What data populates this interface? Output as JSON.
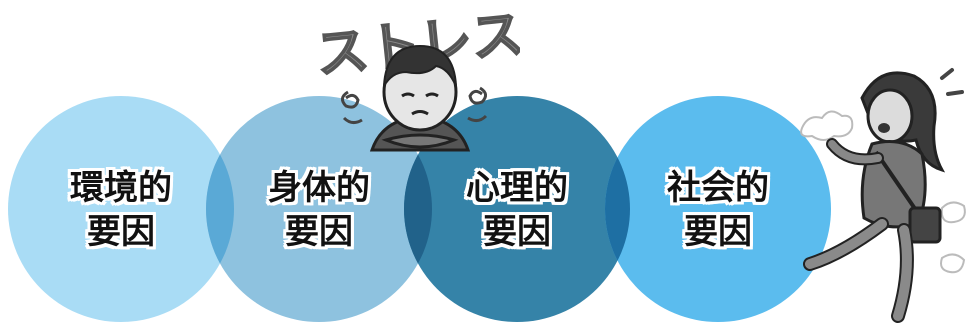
{
  "title_art": "ストレス",
  "factors": [
    {
      "line1": "環境的",
      "line2": "要因",
      "color": "#a9dcf5"
    },
    {
      "line1": "身体的",
      "line2": "要因",
      "color": "#8ec2df"
    },
    {
      "line1": "心理的",
      "line2": "要因",
      "color": "#3583a8"
    },
    {
      "line1": "社会的",
      "line2": "要因",
      "color": "#5bbcee"
    }
  ],
  "overlap_colors": [
    "#5aa9d6",
    "#21628a",
    "#1e6fa3"
  ],
  "illustrations": [
    "stressed-man-illustration",
    "fleeing-woman-illustration"
  ]
}
